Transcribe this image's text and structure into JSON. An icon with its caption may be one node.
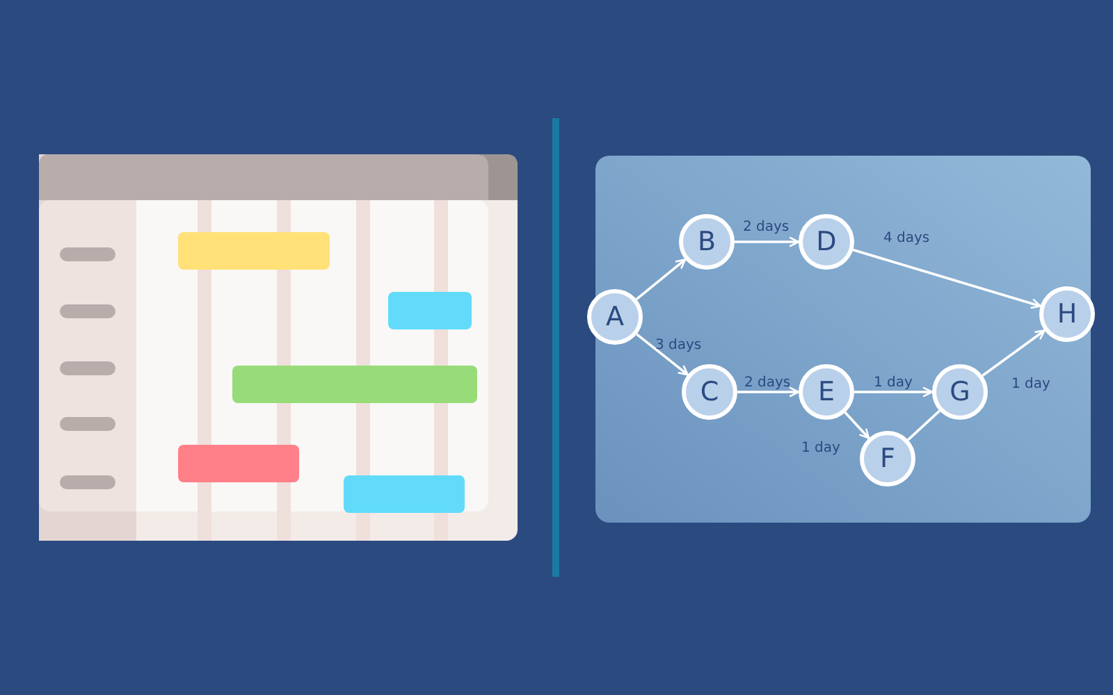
{
  "diagram": {
    "nodes": [
      {
        "text": [
          "A"
        ]
      },
      {
        "text": [
          "B"
        ]
      },
      {
        "text": [
          "C"
        ]
      },
      {
        "text": [
          "D"
        ]
      },
      {
        "text": [
          "E"
        ]
      },
      {
        "text": [
          "F"
        ]
      },
      {
        "text": [
          "G"
        ]
      },
      {
        "text": [
          "H"
        ]
      }
    ],
    "edges": [
      {
        "from": 0,
        "to": 1,
        "arrow": "to"
      },
      {
        "from": 1,
        "to": 3,
        "label": "2 days",
        "arrow": "to"
      },
      {
        "from": 3,
        "to": 7,
        "label": "4 days",
        "arrow": "to"
      },
      {
        "from": 0,
        "to": 2,
        "label": "3 days",
        "arrow": "to"
      },
      {
        "from": 2,
        "to": 4,
        "label": "2 days",
        "arrow": "to"
      },
      {
        "from": 4,
        "to": 6,
        "label": "1 day",
        "arrow": "to"
      },
      {
        "from": 4,
        "to": 5,
        "label": "1 day",
        "arrow": "to"
      },
      {
        "from": 5,
        "to": 6,
        "arrow": "none"
      },
      {
        "from": 6,
        "to": 7,
        "label": "1 day",
        "arrow": "to"
      }
    ]
  }
}
